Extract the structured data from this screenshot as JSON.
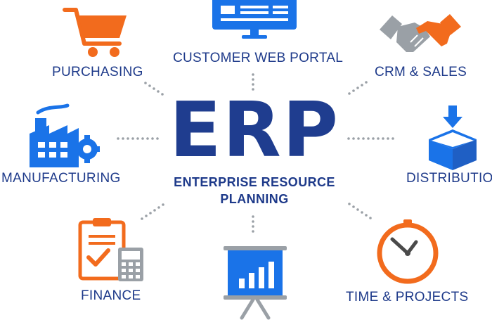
{
  "center": {
    "acronym": "ERP",
    "line1": "ENTERPRISE RESOURCE",
    "line2": "PLANNING"
  },
  "modules": {
    "purchasing": "PURCHASING",
    "customer_web_portal": "CUSTOMER WEB PORTAL",
    "crm_sales": "CRM & SALES",
    "manufacturing": "MANUFACTURING",
    "distribution": "DISTRIBUTIO",
    "finance": "FINANCE",
    "time_projects": "TIME & PROJECTS"
  },
  "colors": {
    "blue": "#1a73e8",
    "navy": "#1f3d8f",
    "orange": "#f26b1d",
    "grey": "#9aa0a6"
  },
  "icons": {
    "purchasing": "shopping-cart-icon",
    "customer_web_portal": "monitor-icon",
    "crm_sales": "handshake-icon",
    "manufacturing": "factory-gear-icon",
    "distribution": "box-download-icon",
    "finance": "clipboard-calculator-icon",
    "reporting": "presentation-chart-icon",
    "time_projects": "clock-icon"
  }
}
